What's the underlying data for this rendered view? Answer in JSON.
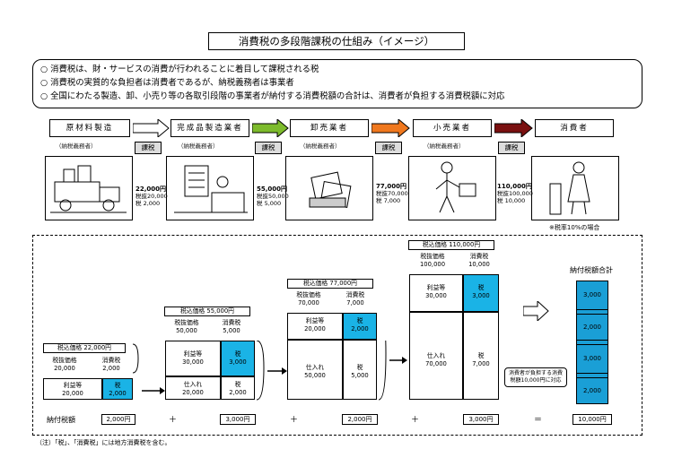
{
  "title": "消費税の多段階課税の仕組み（イメージ）",
  "bullets": [
    "○ 消費税は、財・サービスの消費が行われることに着目して課税される税",
    "○ 消費税の実質的な負担者は消費者であるが、納税義務者は事業者",
    "○ 全国にわたる製造、卸、小売り等の各取引段階の事業者が納付する消費税額の合計は、消費者が負担する消費税額に対応"
  ],
  "stages": [
    {
      "label": "原材料製造",
      "sub": "（納税義務者）"
    },
    {
      "label": "完成品製造業者",
      "sub": "（納税義務者）"
    },
    {
      "label": "卸売業者",
      "sub": "（納税義務者）"
    },
    {
      "label": "小売業者",
      "sub": "（納税義務者）"
    },
    {
      "label": "消費者",
      "sub": ""
    }
  ],
  "arrow_colors": [
    "#ffffff",
    "#7dbb2c",
    "#f0781e",
    "#7a1010"
  ],
  "tax_label": "課税",
  "price_notes": [
    {
      "total": "22,000円",
      "l1": "税抜20,000",
      "l2": "税 2,000"
    },
    {
      "total": "55,000円",
      "l1": "税抜50,000",
      "l2": "税 5,000"
    },
    {
      "total": "77,000円",
      "l1": "税抜70,000",
      "l2": "税 7,000"
    },
    {
      "total": "110,000円",
      "l1": "税抜100,000",
      "l2": "税 10,000"
    }
  ],
  "rate_note": "※税率10%の場合",
  "blocks": [
    {
      "head": "税込価格 22,000円",
      "c1": "税抜価格",
      "v1": "20,000",
      "c2": "消費税",
      "v2": "2,000",
      "profit": "利益等",
      "profitv": "20,000",
      "tax": "税",
      "taxv": "2,000",
      "purchase": "",
      "purchasev": "",
      "ptax": "",
      "ptaxv": ""
    },
    {
      "head": "税込価格 55,000円",
      "c1": "税抜価格",
      "v1": "50,000",
      "c2": "消費税",
      "v2": "5,000",
      "profit": "利益等",
      "profitv": "30,000",
      "tax": "税",
      "taxv": "3,000",
      "purchase": "仕入れ",
      "purchasev": "20,000",
      "ptax": "税",
      "ptaxv": "2,000"
    },
    {
      "head": "税込価格 77,000円",
      "c1": "税抜価格",
      "v1": "70,000",
      "c2": "消費税",
      "v2": "7,000",
      "profit": "利益等",
      "profitv": "20,000",
      "tax": "税",
      "taxv": "2,000",
      "purchase": "仕入れ",
      "purchasev": "50,000",
      "ptax": "税",
      "ptaxv": "5,000"
    },
    {
      "head": "税込価格 110,000円",
      "c1": "税抜価格",
      "v1": "100,000",
      "c2": "消費税",
      "v2": "10,000",
      "profit": "利益等",
      "profitv": "30,000",
      "tax": "税",
      "taxv": "3,000",
      "purchase": "仕入れ",
      "purchasev": "70,000",
      "ptax": "税",
      "ptaxv": "7,000"
    }
  ],
  "sum_title": "納付税額合計",
  "sum_cells": [
    "3,000",
    "2,000",
    "3,000",
    "2,000"
  ],
  "consumer_note": "消費者が負担する消費税額10,000円に対応",
  "pay_label": "納付税額",
  "pay_values": [
    "2,000円",
    "3,000円",
    "2,000円",
    "3,000円"
  ],
  "plus": "＋",
  "equals": "＝",
  "total": "10,000円",
  "footnote": "（注）「税」、「消費税」には地方消費税を含む。"
}
